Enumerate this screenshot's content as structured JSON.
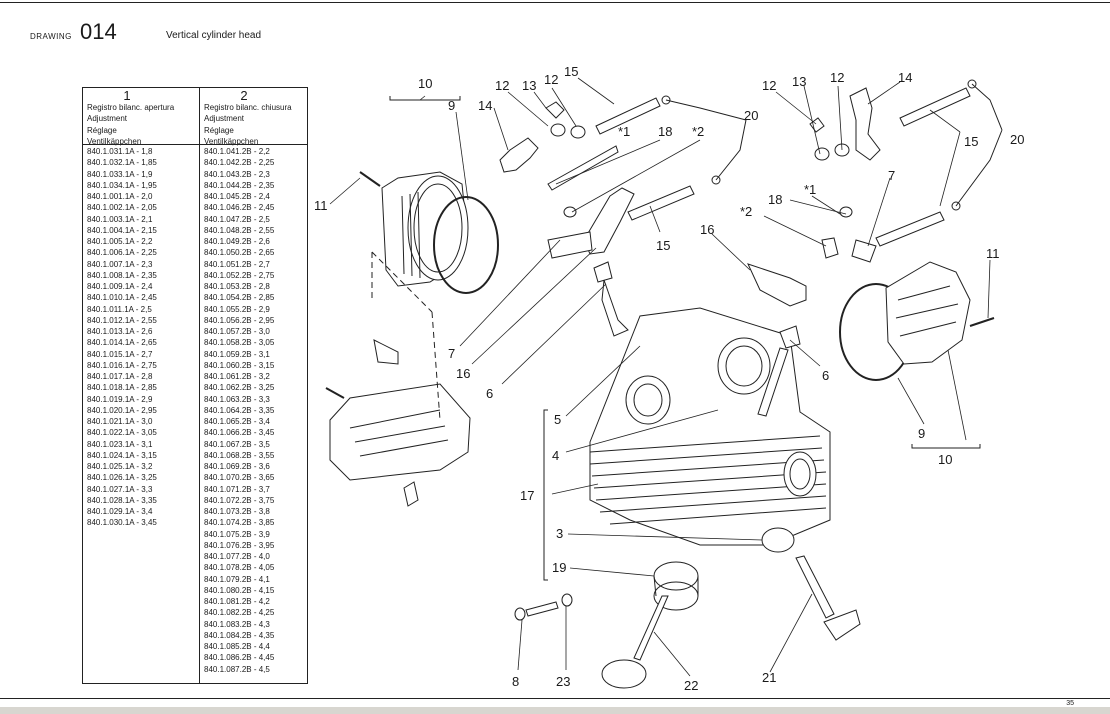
{
  "header": {
    "drawing_label": "DRAWING",
    "drawing_number": "014",
    "title": "Vertical cylinder head"
  },
  "table": {
    "col1": {
      "number": "1",
      "header": [
        "Registro bilanc. apertura",
        "Adjustment",
        "Réglage",
        "Ventilkäppchen"
      ],
      "rows": [
        "840.1.031.1A - 1,8",
        "840.1.032.1A - 1,85",
        "840.1.033.1A - 1,9",
        "840.1.034.1A - 1,95",
        "840.1.001.1A - 2,0",
        "840.1.002.1A - 2,05",
        "840.1.003.1A - 2,1",
        "840.1.004.1A - 2,15",
        "840.1.005.1A - 2,2",
        "840.1.006.1A - 2,25",
        "840.1.007.1A - 2,3",
        "840.1.008.1A - 2,35",
        "840.1.009.1A - 2,4",
        "840.1.010.1A - 2,45",
        "840.1.011.1A - 2,5",
        "840.1.012.1A - 2,55",
        "840.1.013.1A - 2,6",
        "840.1.014.1A - 2,65",
        "840.1.015.1A - 2,7",
        "840.1.016.1A - 2,75",
        "840.1.017.1A - 2,8",
        "840.1.018.1A - 2,85",
        "840.1.019.1A - 2,9",
        "840.1.020.1A - 2,95",
        "840.1.021.1A - 3,0",
        "840.1.022.1A - 3,05",
        "840.1.023.1A - 3,1",
        "840.1.024.1A - 3,15",
        "840.1.025.1A - 3,2",
        "840.1.026.1A - 3,25",
        "840.1.027.1A - 3,3",
        "840.1.028.1A - 3,35",
        "840.1.029.1A - 3,4",
        "840.1.030.1A - 3,45"
      ]
    },
    "col2": {
      "number": "2",
      "header": [
        "Registro bilanc. chiusura",
        "Adjustment",
        "Réglage",
        "Ventilkäppchen"
      ],
      "rows": [
        "840.1.041.2B - 2,2",
        "840.1.042.2B - 2,25",
        "840.1.043.2B - 2,3",
        "840.1.044.2B - 2,35",
        "840.1.045.2B - 2,4",
        "840.1.046.2B - 2,45",
        "840.1.047.2B - 2,5",
        "840.1.048.2B - 2,55",
        "840.1.049.2B - 2,6",
        "840.1.050.2B - 2,65",
        "840.1.051.2B - 2,7",
        "840.1.052.2B - 2,75",
        "840.1.053.2B - 2,8",
        "840.1.054.2B - 2,85",
        "840.1.055.2B - 2,9",
        "840.1.056.2B - 2,95",
        "840.1.057.2B - 3,0",
        "840.1.058.2B - 3,05",
        "840.1.059.2B - 3,1",
        "840.1.060.2B - 3,15",
        "840.1.061.2B - 3,2",
        "840.1.062.2B - 3,25",
        "840.1.063.2B - 3,3",
        "840.1.064.2B - 3,35",
        "840.1.065.2B - 3,4",
        "840.1.066.2B - 3,45",
        "840.1.067.2B - 3,5",
        "840.1.068.2B - 3,55",
        "840.1.069.2B - 3,6",
        "840.1.070.2B - 3,65",
        "840.1.071.2B - 3,7",
        "840.1.072.2B - 3,75",
        "840.1.073.2B - 3,8",
        "840.1.074.2B - 3,85",
        "840.1.075.2B - 3,9",
        "840.1.076.2B - 3,95",
        "840.1.077.2B - 4,0",
        "840.1.078.2B - 4,05",
        "840.1.079.2B - 4,1",
        "840.1.080.2B - 4,15",
        "840.1.081.2B - 4,2",
        "840.1.082.2B - 4,25",
        "840.1.083.2B - 4,3",
        "840.1.084.2B - 4,35",
        "840.1.085.2B - 4,4",
        "840.1.086.2B - 4,45",
        "840.1.087.2B - 4,5"
      ]
    }
  },
  "callouts": {
    "c10a": "10",
    "c9a": "9",
    "c11a": "11",
    "c12a": "12",
    "c13a": "13",
    "c12b": "12",
    "c15a": "15",
    "c14a": "14",
    "c18a": "18",
    "s1a": "*1",
    "s2a": "*2",
    "c20a": "20",
    "c15b": "15",
    "c7a": "7",
    "c16a": "16",
    "c6a": "6",
    "c12c": "12",
    "c13b": "13",
    "c12d": "12",
    "c14b": "14",
    "c15c": "15",
    "c20b": "20",
    "c7b": "7",
    "c18b": "18",
    "s1b": "*1",
    "s2b": "*2",
    "c16b": "16",
    "c11b": "11",
    "c6b": "6",
    "c9b": "9",
    "c10b": "10",
    "c5": "5",
    "c4": "4",
    "c17": "17",
    "c3": "3",
    "c19": "19",
    "c8": "8",
    "c23": "23",
    "c22": "22",
    "c21": "21"
  },
  "footer": {
    "page_number": "35"
  }
}
